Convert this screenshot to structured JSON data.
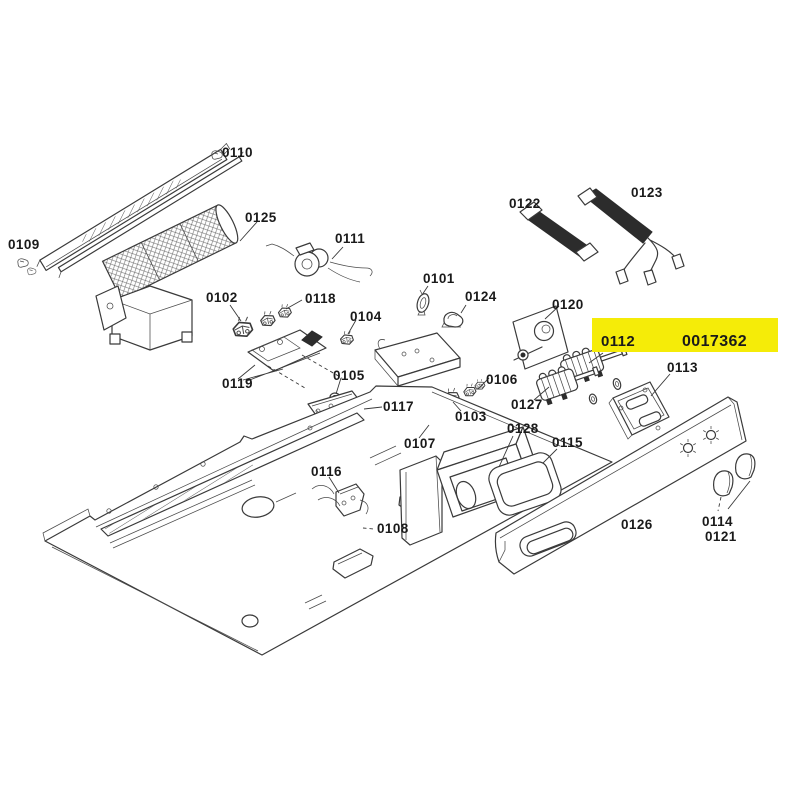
{
  "page": {
    "background": "#ffffff",
    "description": "exploded appliance parts diagram"
  },
  "highlight": {
    "part_label": "0112",
    "part_number": "0017362",
    "box_color": "#f5ec08",
    "label_color": "#1a1a1a",
    "number_color": "#cf5a0a"
  },
  "diagram": {
    "line_color": "#3a3a3a"
  },
  "labels": {
    "0101": "0101",
    "0102": "0102",
    "0103": "0103",
    "0104": "0104",
    "0105": "0105",
    "0106": "0106",
    "0107": "0107",
    "0108": "0108",
    "0109": "0109",
    "0110": "0110",
    "0111": "0111",
    "0113": "0113",
    "0114": "0114",
    "0115": "0115",
    "0116": "0116",
    "0117": "0117",
    "0118": "0118",
    "0119": "0119",
    "0120": "0120",
    "0121": "0121",
    "0122": "0122",
    "0123": "0123",
    "0124": "0124",
    "0125": "0125",
    "0126": "0126",
    "0127": "0127",
    "0128": "0128"
  }
}
